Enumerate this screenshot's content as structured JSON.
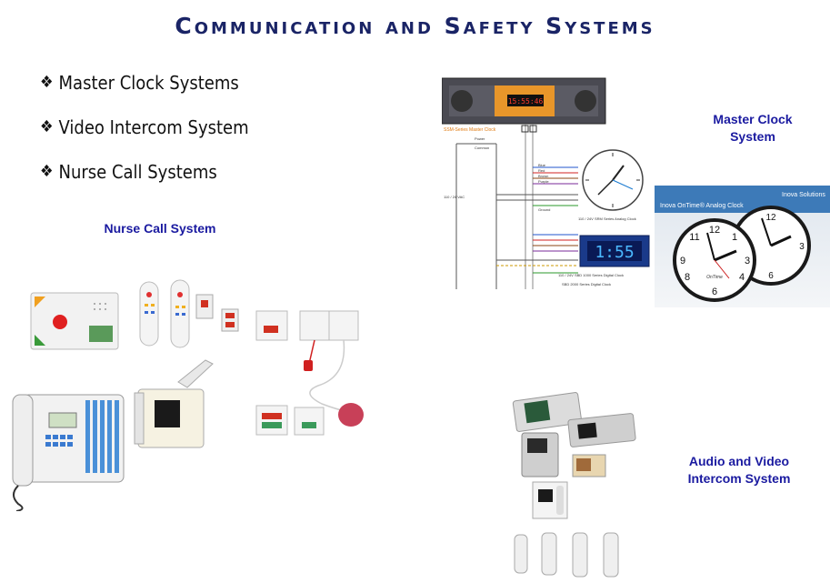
{
  "title": "Communication and Safety Systems",
  "bullets": [
    {
      "icon": "diamond-bullet-icon",
      "label": "Master Clock Systems"
    },
    {
      "icon": "diamond-bullet-icon",
      "label": "Video Intercom System"
    },
    {
      "icon": "diamond-bullet-icon",
      "label": "Nurse Call Systems"
    }
  ],
  "captions": {
    "master_clock": "Master Clock System",
    "nurse_call": "Nurse Call System",
    "intercom": "Audio and Video Intercom System"
  },
  "clock_diagram": {
    "series_label": "SSM-Series Master Clock",
    "power": "Power",
    "common": "Common",
    "supply": "110 / 24 VAC",
    "colors": [
      "Blue",
      "Red",
      "Brown",
      "Purple"
    ],
    "ground": "Ground",
    "analog_caption": "110 / 24V SRM Series Analog Clock",
    "digital_display": "1:55",
    "digital_caption_1": "110 / 24V SBD 1000 Series Digital Clock",
    "digital_caption_2": "SBD 2000 Series Digital Clock",
    "rack_display": "15:55:46"
  },
  "analog_photo": {
    "banner": "Inova OnTime® Analog Clock",
    "brand": "Inova Solutions",
    "face_brand": "OnTime"
  }
}
